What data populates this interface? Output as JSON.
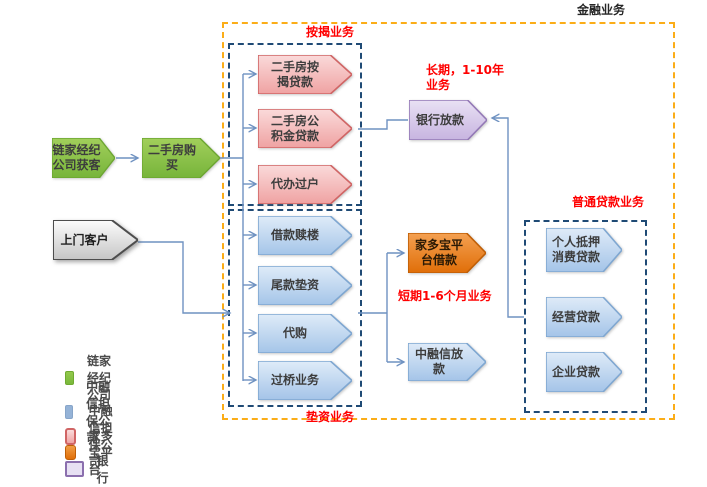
{
  "groups": {
    "finance": {
      "label": "金融业务"
    },
    "mortgage": {
      "label": "按揭业务"
    },
    "advance": {
      "label": "垫资业务"
    },
    "ordinary_loans": {
      "label": "普通贷款业务"
    }
  },
  "nodes": {
    "lianjia_acquire": {
      "label": "链家经纪公司获客"
    },
    "secondhand_purchase": {
      "label": "二手房购买"
    },
    "door_customer": {
      "label": "上门客户"
    },
    "mortgage_loan": {
      "label": "二手房按揭贷款"
    },
    "fund_loan": {
      "label": "二手房公积金贷款"
    },
    "transfer_agency": {
      "label": "代办过户"
    },
    "redeem_loan": {
      "label": "借款赎楼"
    },
    "balance_advance": {
      "label": "尾款垫资"
    },
    "purchase_agency": {
      "label": "代购"
    },
    "bridge_business": {
      "label": "过桥业务"
    },
    "bank_lending": {
      "label": "银行放款"
    },
    "jiaduobao_borrow": {
      "label": "家多宝平台借款"
    },
    "zhongrongxin_lending": {
      "label": "中融信放款"
    },
    "personal_pledge_loan": {
      "label": "个人抵押消费贷款"
    },
    "operating_loan": {
      "label": "经营贷款"
    },
    "enterprise_loan": {
      "label": "企业贷款"
    }
  },
  "annotations": {
    "long_term": {
      "line1": "长期，1-10年",
      "line2": "业务"
    },
    "short_term": "短期1-6个月业务"
  },
  "legend": {
    "items": [
      {
        "label": "链家经纪公司",
        "color": "#7FBE3E"
      },
      {
        "label": "中融信担保公司",
        "color": "#95B3D7"
      },
      {
        "label": "中融信担保公司",
        "color": "#F2AAAA"
      },
      {
        "label": "家多宝平台",
        "color": "#E36C0A"
      },
      {
        "label": "银行",
        "color": "#CCC0DA"
      }
    ]
  },
  "colors": {
    "connector": "#6F92C1",
    "finance_box_dash": "#FBAD18",
    "inner_box_dash": "#1F4A75",
    "annotation_red": "#FF0000",
    "green_fill": "#8CC63F",
    "pink_fill": "#EFA4A4",
    "blue_fill": "#A6C5E8",
    "purple_fill": "#C9B6E1",
    "orange_fill": "#E1700A",
    "gray_fill": "#D9D9D9"
  }
}
